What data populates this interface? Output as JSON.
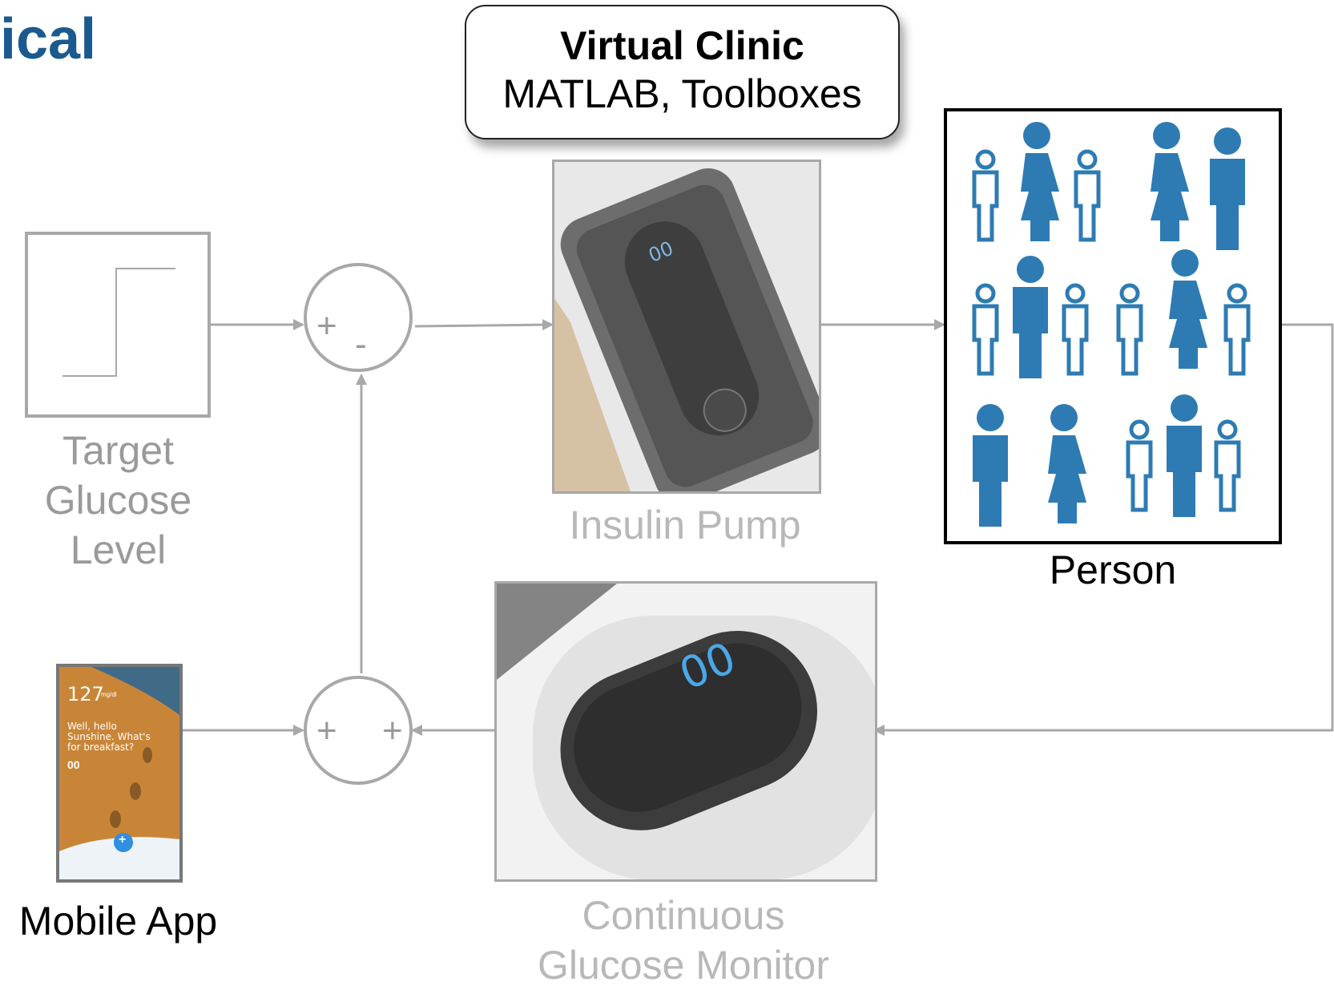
{
  "slide": {
    "title_fragment": "ical"
  },
  "virtual_clinic": {
    "title": "Virtual Clinic",
    "subtitle": "MATLAB, Toolboxes"
  },
  "blocks": {
    "target": {
      "line1": "Target",
      "line2": "Glucose",
      "line3": "Level"
    },
    "pump": {
      "label": "Insulin Pump"
    },
    "person": {
      "label": "Person"
    },
    "cgm": {
      "line1": "Continuous",
      "line2": "Glucose Monitor"
    },
    "mobile": {
      "label": "Mobile App"
    }
  },
  "sum_top": {
    "sign_left": "+",
    "sign_bottom": "-"
  },
  "sum_bottom": {
    "sign_left": "+",
    "sign_right": "+"
  },
  "phone_screen": {
    "reading": "127",
    "unit": "mg/dl",
    "greeting_1": "Well, hello",
    "greeting_2": "Sunshine. What's",
    "greeting_3": "for breakfast?",
    "logo": "00",
    "add": "+"
  },
  "colors": {
    "title": "#1a5a8e",
    "people": "#2e7bb3",
    "lines": "#a8a8a8",
    "cgm_led": "#4aa8e8"
  }
}
